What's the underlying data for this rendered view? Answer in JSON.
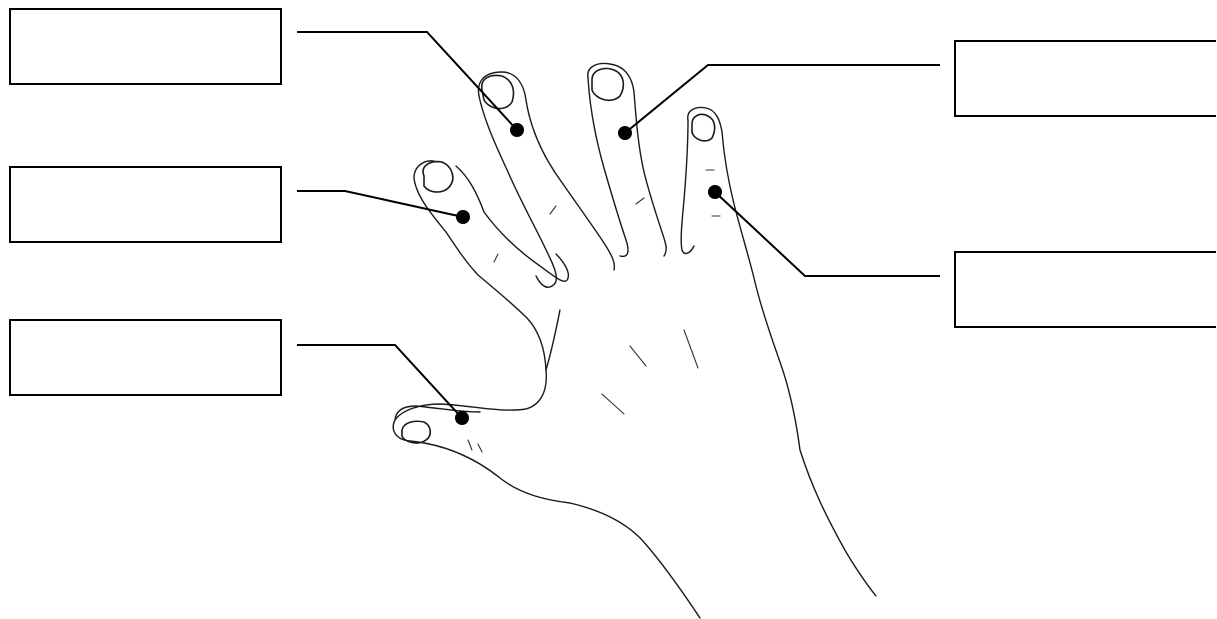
{
  "diagram": {
    "subject": "hand",
    "labels": [
      {
        "id": "index-finger",
        "text": ""
      },
      {
        "id": "middle-finger",
        "text": ""
      },
      {
        "id": "thumb",
        "text": ""
      },
      {
        "id": "ring-finger",
        "text": ""
      },
      {
        "id": "little-finger",
        "text": ""
      },
      {
        "id": "thumb-lower",
        "text": ""
      }
    ],
    "colors": {
      "line": "#000000",
      "background": "#ffffff"
    }
  }
}
